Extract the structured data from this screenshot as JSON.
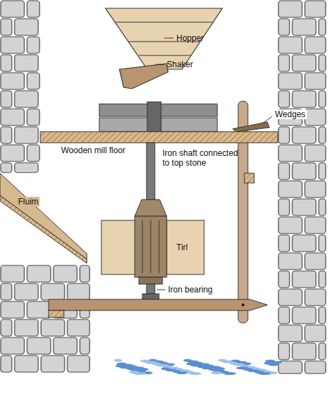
{
  "diagram": {
    "labels": [
      "Hopper",
      "Shaker",
      "Wedges",
      "Wooden mill floor",
      "Iron shaft connected to top stone",
      "Fluim",
      "Tirl",
      "Iron bearing"
    ]
  }
}
